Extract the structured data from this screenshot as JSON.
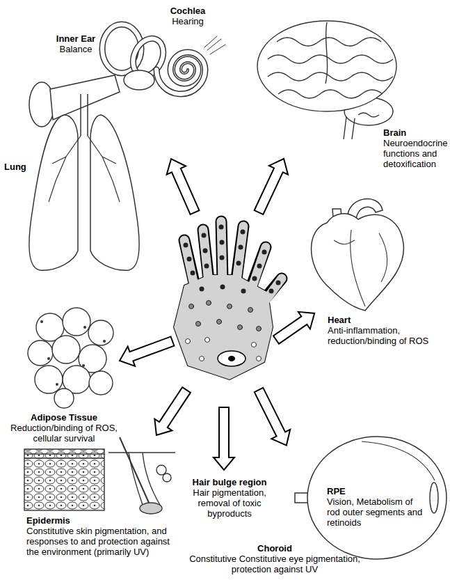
{
  "diagram": {
    "nodes": [
      {
        "text": [
          "Cochlea",
          "Hearing"
        ]
      },
      {
        "text": [
          "Inner Ear",
          "Balance"
        ]
      },
      {
        "text": [
          "Brain",
          "Neuroendocrine functions and detoxification"
        ]
      },
      {
        "text": [
          "Lung"
        ]
      },
      {
        "text": [
          "Heart",
          "Anti-inflammation, reduction/binding of ROS"
        ]
      },
      {
        "text": [
          "Adipose Tissue",
          "Reduction/binding of ROS, cellular survival"
        ]
      },
      {
        "text": [
          "Hair bulge region",
          "Hair pigmentation, removal of toxic byproducts"
        ]
      },
      {
        "text": [
          "RPE",
          "Vision, Metabolism of rod outer segments and retinoids"
        ]
      },
      {
        "text": [
          "Epidermis",
          "Constitutive skin pigmentation, and responses to and protection against the environment (primarily UV)"
        ]
      },
      {
        "text": [
          "Choroid",
          "Constitutive Constitutive eye pigmentation, protection against UV"
        ]
      }
    ]
  }
}
